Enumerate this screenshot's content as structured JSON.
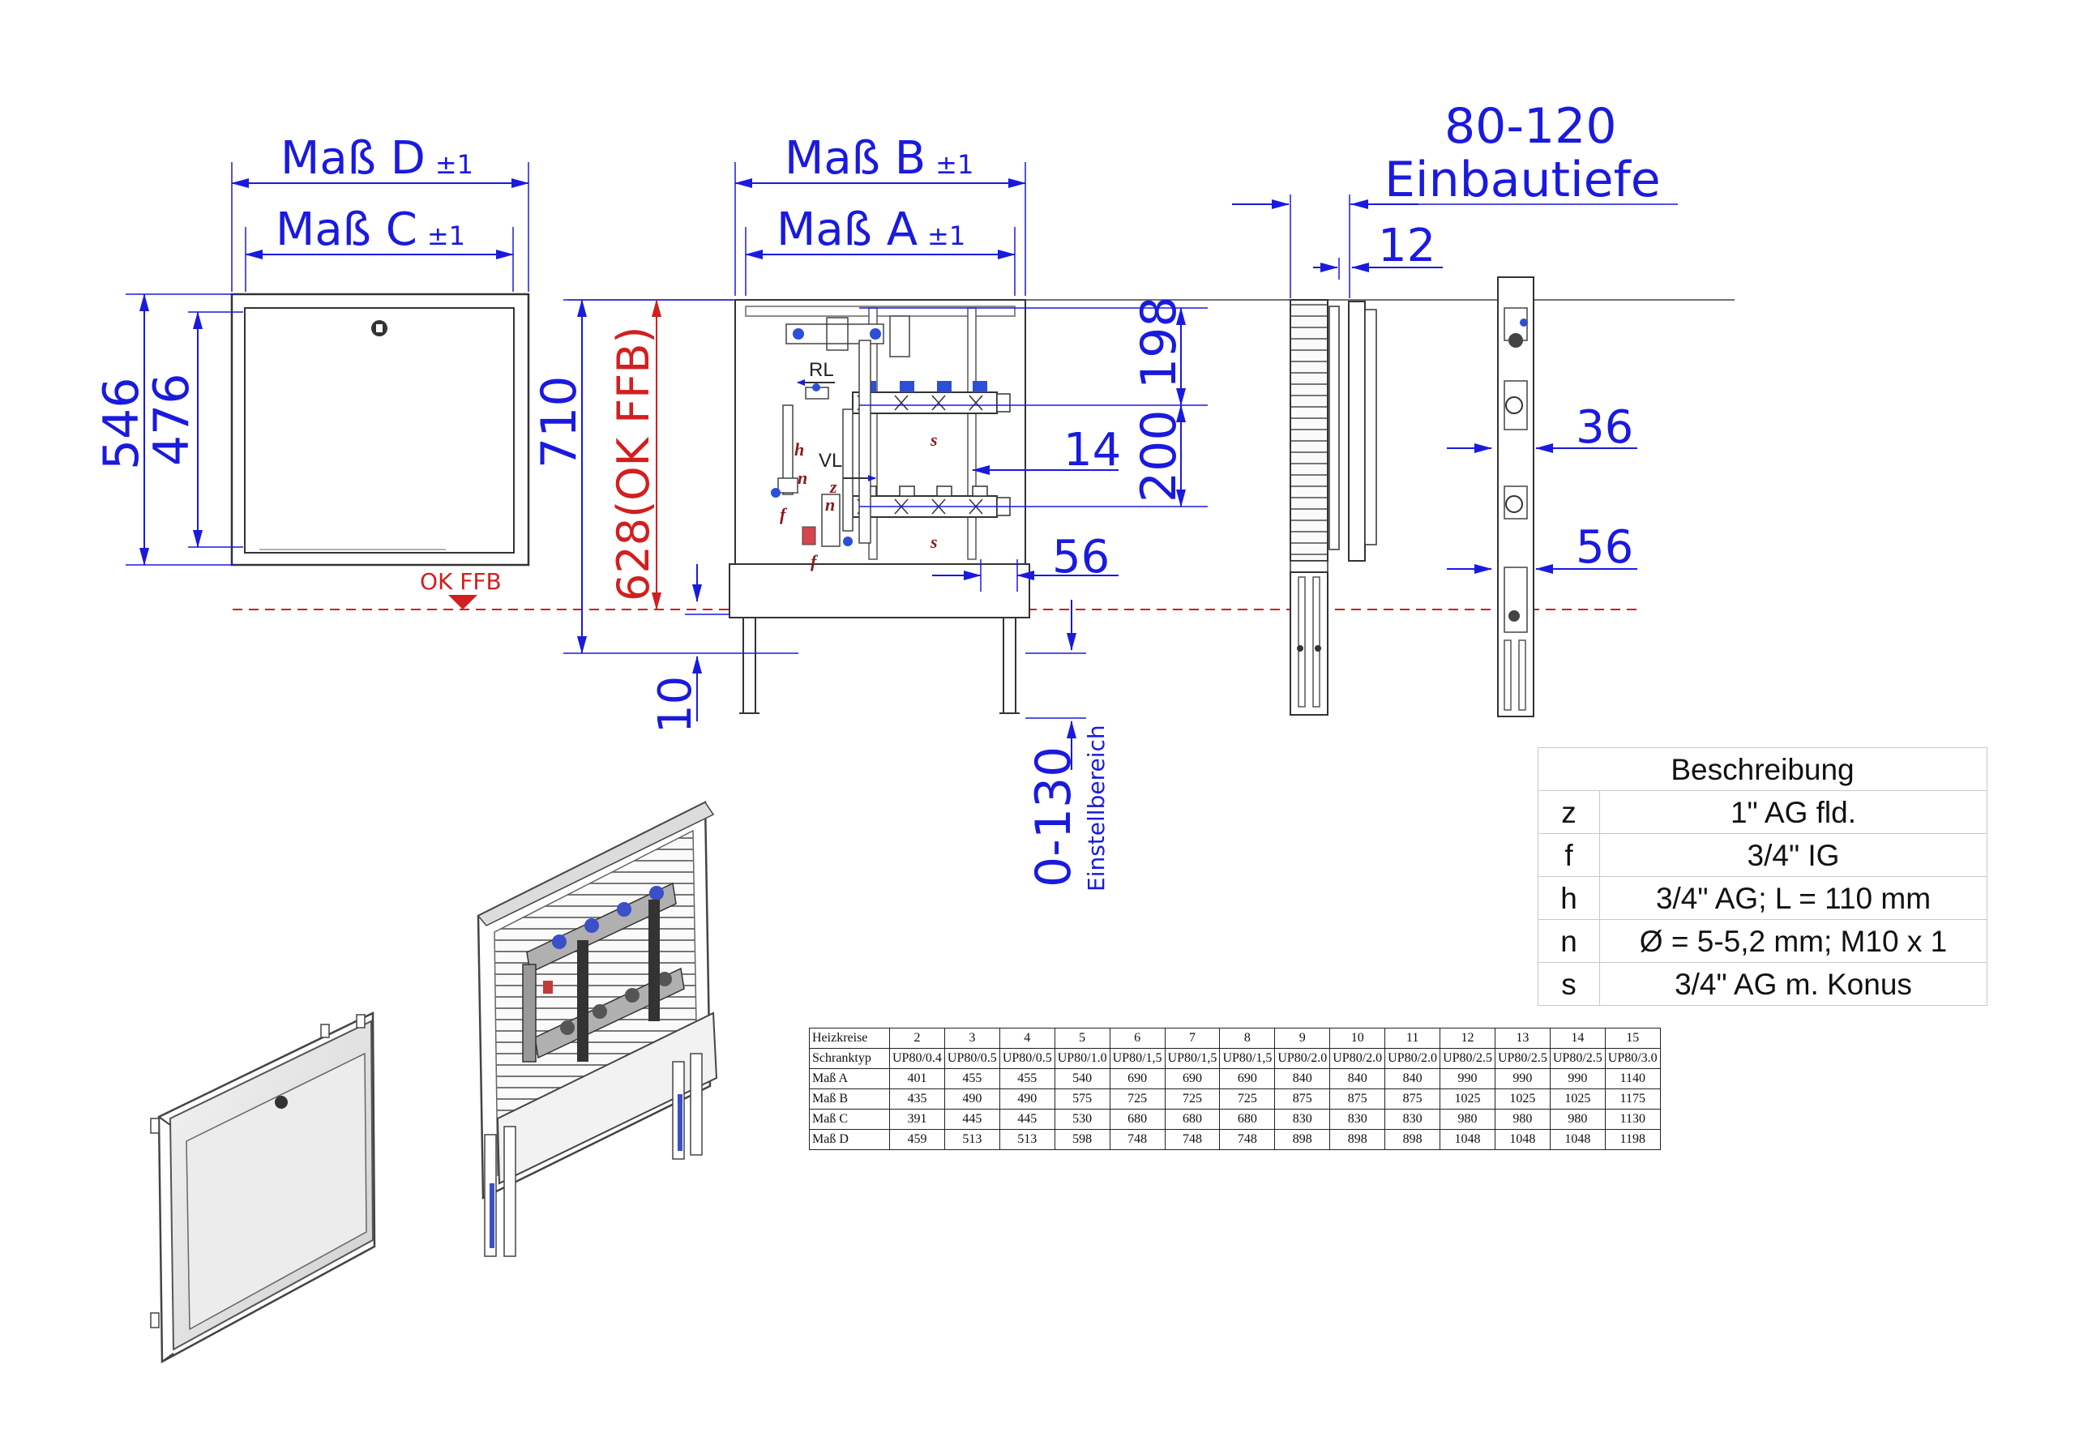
{
  "dimensions": {
    "mass_d": "Maß D",
    "mass_c": "Maß C",
    "mass_b": "Maß B",
    "mass_a": "Maß A",
    "tolerance": "±1",
    "depth_range": "80-120",
    "depth_label": "Einbautiefe",
    "d12": "12",
    "d546": "546",
    "d476": "476",
    "d710": "710",
    "ok_ffb_628": "628(OK FFB)",
    "d198": "198",
    "d200": "200",
    "d14": "14",
    "d56a": "56",
    "d10": "10",
    "range_0_130": "0-130",
    "einstellbereich": "Einstellbereich",
    "d36": "36",
    "d56b": "56",
    "ok_ffb": "OK FFB"
  },
  "manifold_labels": {
    "rl": "RL",
    "vl": "VL",
    "h": "h",
    "n1": "n",
    "n2": "n",
    "z": "z",
    "f1": "f",
    "f2": "f",
    "s1": "s",
    "s2": "s"
  },
  "description_table": {
    "header": "Beschreibung",
    "rows": [
      {
        "key": "z",
        "value": "1\" AG fld."
      },
      {
        "key": "f",
        "value": "3/4\" IG"
      },
      {
        "key": "h",
        "value": "3/4\" AG; L = 110 mm"
      },
      {
        "key": "n",
        "value": "Ø = 5-5,2 mm; M10 x 1"
      },
      {
        "key": "s",
        "value": "3/4\" AG m. Konus"
      }
    ]
  },
  "spec_table": {
    "rows": [
      {
        "label": "Heizkreise",
        "cells": [
          "2",
          "3",
          "4",
          "5",
          "6",
          "7",
          "8",
          "9",
          "10",
          "11",
          "12",
          "13",
          "14",
          "15"
        ]
      },
      {
        "label": "Schranktyp",
        "cells": [
          "UP80/0.4",
          "UP80/0.5",
          "UP80/0.5",
          "UP80/1.0",
          "UP80/1,5",
          "UP80/1,5",
          "UP80/1,5",
          "UP80/2.0",
          "UP80/2.0",
          "UP80/2.0",
          "UP80/2.5",
          "UP80/2.5",
          "UP80/2.5",
          "UP80/3.0"
        ]
      },
      {
        "label": "Maß A",
        "cells": [
          "401",
          "455",
          "455",
          "540",
          "690",
          "690",
          "690",
          "840",
          "840",
          "840",
          "990",
          "990",
          "990",
          "1140"
        ]
      },
      {
        "label": "Maß B",
        "cells": [
          "435",
          "490",
          "490",
          "575",
          "725",
          "725",
          "725",
          "875",
          "875",
          "875",
          "1025",
          "1025",
          "1025",
          "1175"
        ]
      },
      {
        "label": "Maß C",
        "cells": [
          "391",
          "445",
          "445",
          "530",
          "680",
          "680",
          "680",
          "830",
          "830",
          "830",
          "980",
          "980",
          "980",
          "1130"
        ]
      },
      {
        "label": "Maß D",
        "cells": [
          "459",
          "513",
          "513",
          "598",
          "748",
          "748",
          "748",
          "898",
          "898",
          "898",
          "1048",
          "1048",
          "1048",
          "1198"
        ]
      }
    ]
  },
  "colors": {
    "dimension": "#1a1adf",
    "reference": "#d21f1f",
    "outline": "#444444"
  }
}
